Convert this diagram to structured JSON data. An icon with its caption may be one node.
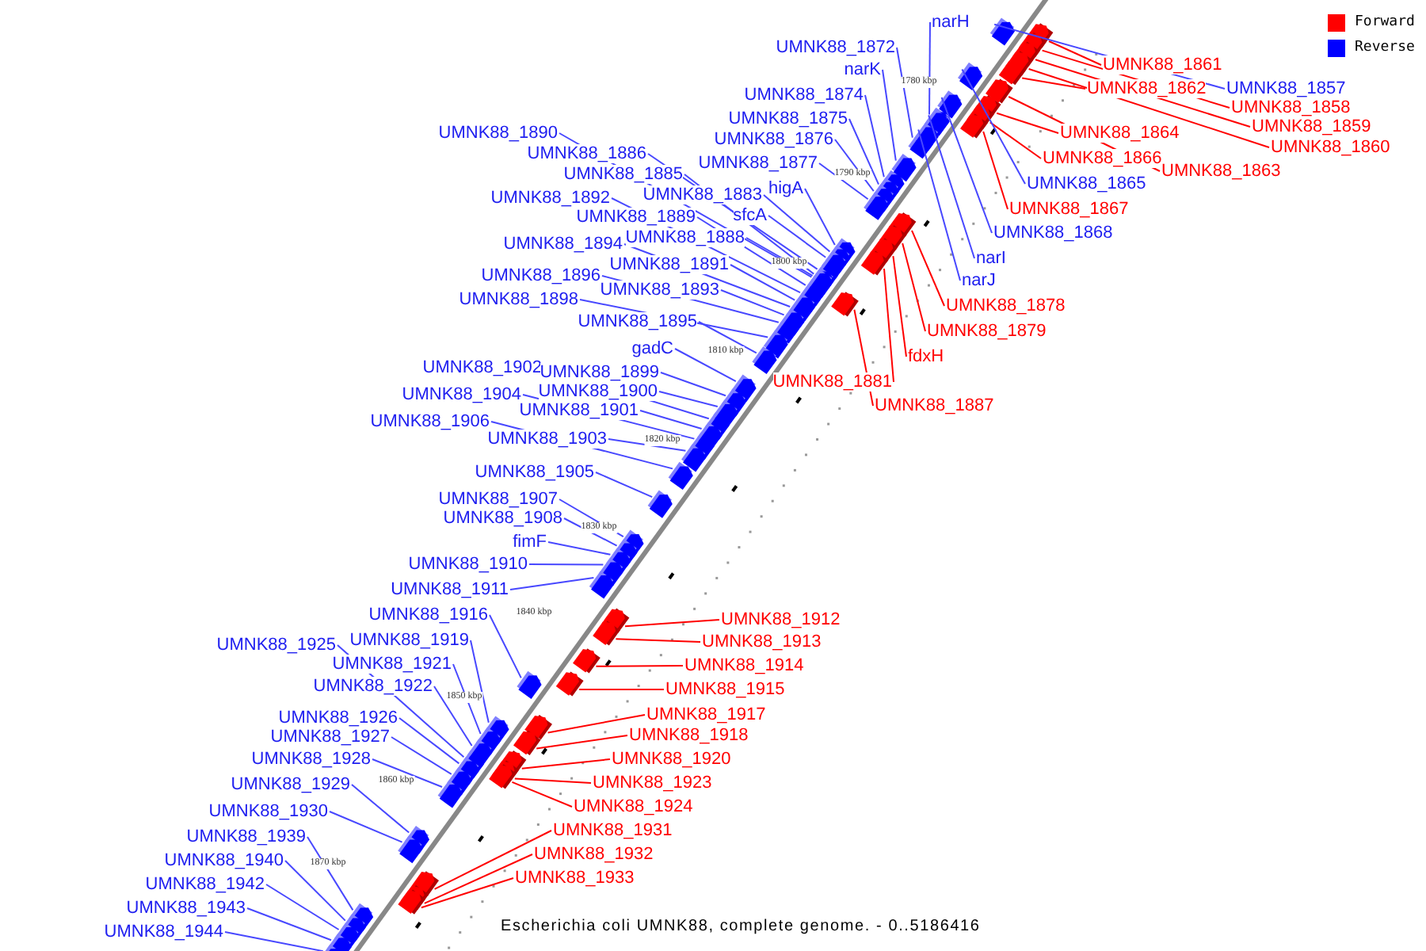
{
  "diagram": {
    "caption": "Escherichia coli UMNK88, complete genome. - 0..5186416",
    "nodes": [
      {
        "text": [
          "narH"
        ]
      },
      {
        "text": [
          "UMNK88_1872"
        ]
      },
      {
        "text": [
          "UMNK88_1861"
        ]
      },
      {
        "text": [
          "narK"
        ]
      },
      {
        "text": [
          "UMNK88_1857"
        ]
      },
      {
        "text": [
          "UMNK88_1862"
        ]
      },
      {
        "text": [
          "UMNK88_1874"
        ]
      },
      {
        "text": [
          "UMNK88_1858"
        ]
      },
      {
        "text": [
          "UMNK88_1875"
        ]
      },
      {
        "text": [
          "UMNK88_1859"
        ]
      },
      {
        "text": [
          "UMNK88_1864"
        ]
      },
      {
        "text": [
          "UMNK88_1890"
        ]
      },
      {
        "text": [
          "UMNK88_1876"
        ]
      },
      {
        "text": [
          "UMNK88_1860"
        ]
      },
      {
        "text": [
          "UMNK88_1886"
        ]
      },
      {
        "text": [
          "UMNK88_1866"
        ]
      },
      {
        "text": [
          "UMNK88_1877"
        ]
      },
      {
        "text": [
          "UMNK88_1863"
        ]
      },
      {
        "text": [
          "UMNK88_1885"
        ]
      },
      {
        "text": [
          "UMNK88_1865"
        ]
      },
      {
        "text": [
          "higA"
        ]
      },
      {
        "text": [
          "UMNK88_1883"
        ]
      },
      {
        "text": [
          "UMNK88_1892"
        ]
      },
      {
        "text": [
          "UMNK88_1867"
        ]
      },
      {
        "text": [
          "sfcA"
        ]
      },
      {
        "text": [
          "UMNK88_1889"
        ]
      },
      {
        "text": [
          "UMNK88_1868"
        ]
      },
      {
        "text": [
          "UMNK88_1888"
        ]
      },
      {
        "text": [
          "UMNK88_1894"
        ]
      },
      {
        "text": [
          "narI"
        ]
      },
      {
        "text": [
          "UMNK88_1891"
        ]
      },
      {
        "text": [
          "UMNK88_1896"
        ]
      },
      {
        "text": [
          "narJ"
        ]
      },
      {
        "text": [
          "UMNK88_1893"
        ]
      },
      {
        "text": [
          "UMNK88_1898"
        ]
      },
      {
        "text": [
          "UMNK88_1878"
        ]
      },
      {
        "text": [
          "UMNK88_1895"
        ]
      },
      {
        "text": [
          "UMNK88_1879"
        ]
      },
      {
        "text": [
          "gadC"
        ]
      },
      {
        "text": [
          "fdxH"
        ]
      },
      {
        "text": [
          "UMNK88_1902"
        ]
      },
      {
        "text": [
          "UMNK88_1899"
        ]
      },
      {
        "text": [
          "UMNK88_1881"
        ]
      },
      {
        "text": [
          "UMNK88_1900"
        ]
      },
      {
        "text": [
          "UMNK88_1904"
        ]
      },
      {
        "text": [
          "UMNK88_1887"
        ]
      },
      {
        "text": [
          "UMNK88_1901"
        ]
      },
      {
        "text": [
          "UMNK88_1906"
        ]
      },
      {
        "text": [
          "UMNK88_1903"
        ]
      },
      {
        "text": [
          "UMNK88_1905"
        ]
      },
      {
        "text": [
          "UMNK88_1907"
        ]
      },
      {
        "text": [
          "UMNK88_1908"
        ]
      },
      {
        "text": [
          "fimF"
        ]
      },
      {
        "text": [
          "UMNK88_1910"
        ]
      },
      {
        "text": [
          "UMNK88_1911"
        ]
      },
      {
        "text": [
          "UMNK88_1916"
        ]
      },
      {
        "text": [
          "UMNK88_1912"
        ]
      },
      {
        "text": [
          "UMNK88_1919"
        ]
      },
      {
        "text": [
          "UMNK88_1913"
        ]
      },
      {
        "text": [
          "UMNK88_1925"
        ]
      },
      {
        "text": [
          "UMNK88_1921"
        ]
      },
      {
        "text": [
          "UMNK88_1914"
        ]
      },
      {
        "text": [
          "UMNK88_1922"
        ]
      },
      {
        "text": [
          "UMNK88_1915"
        ]
      },
      {
        "text": [
          "UMNK88_1917"
        ]
      },
      {
        "text": [
          "UMNK88_1926"
        ]
      },
      {
        "text": [
          "UMNK88_1918"
        ]
      },
      {
        "text": [
          "UMNK88_1927"
        ]
      },
      {
        "text": [
          "UMNK88_1928"
        ]
      },
      {
        "text": [
          "UMNK88_1920"
        ]
      },
      {
        "text": [
          "UMNK88_1923"
        ]
      },
      {
        "text": [
          "UMNK88_1929"
        ]
      },
      {
        "text": [
          "UMNK88_1924"
        ]
      },
      {
        "text": [
          "UMNK88_1930"
        ]
      },
      {
        "text": [
          "UMNK88_1931"
        ]
      },
      {
        "text": [
          "UMNK88_1939"
        ]
      },
      {
        "text": [
          "UMNK88_1932"
        ]
      },
      {
        "text": [
          "UMNK88_1940"
        ]
      },
      {
        "text": [
          "UMNK88_1933"
        ]
      },
      {
        "text": [
          "UMNK88_1942"
        ]
      },
      {
        "text": [
          "UMNK88_1943"
        ]
      },
      {
        "text": [
          "UMNK88_1944"
        ]
      },
      {
        "text": [],
        "shape": "box"
      },
      {
        "text": [],
        "shape": "box"
      },
      {
        "text": [],
        "shape": "box"
      },
      {
        "text": [],
        "shape": "box"
      },
      {
        "text": [],
        "shape": "box"
      },
      {
        "text": [],
        "shape": "box"
      },
      {
        "text": [],
        "shape": "box"
      },
      {
        "text": [],
        "shape": "box"
      },
      {
        "text": [],
        "shape": "box"
      },
      {
        "text": [],
        "shape": "box"
      },
      {
        "text": [],
        "shape": "box"
      },
      {
        "text": [],
        "shape": "box"
      },
      {
        "text": [],
        "shape": "box"
      },
      {
        "text": [],
        "shape": "box"
      },
      {
        "text": [],
        "shape": "box"
      },
      {
        "text": [],
        "shape": "box"
      },
      {
        "text": [],
        "shape": "box"
      },
      {
        "text": [],
        "shape": "box"
      },
      {
        "text": [],
        "shape": "box"
      },
      {
        "text": [],
        "shape": "box"
      },
      {
        "text": [],
        "shape": "box"
      },
      {
        "text": [],
        "shape": "box"
      },
      {
        "text": [],
        "shape": "box"
      },
      {
        "text": [],
        "shape": "box"
      },
      {
        "text": [],
        "shape": "box"
      },
      {
        "text": [],
        "shape": "box"
      },
      {
        "text": [],
        "shape": "box"
      },
      {
        "text": [],
        "shape": "box"
      },
      {
        "text": [],
        "shape": "box"
      },
      {
        "text": [],
        "shape": "box"
      },
      {
        "text": [],
        "shape": "box"
      },
      {
        "text": [],
        "shape": "box"
      },
      {
        "text": [],
        "shape": "box"
      },
      {
        "text": [],
        "shape": "box"
      },
      {
        "text": [],
        "shape": "box"
      },
      {
        "text": [],
        "shape": "box"
      },
      {
        "text": [],
        "shape": "box"
      },
      {
        "text": [],
        "shape": "box"
      },
      {
        "text": [],
        "shape": "box"
      },
      {
        "text": [],
        "shape": "box"
      },
      {
        "text": [],
        "shape": "box"
      },
      {
        "text": [],
        "shape": "box"
      },
      {
        "text": [],
        "shape": "box"
      },
      {
        "text": [],
        "shape": "box"
      },
      {
        "text": [],
        "shape": "box"
      },
      {
        "text": [],
        "shape": "box"
      },
      {
        "text": [],
        "shape": "box"
      },
      {
        "text": [],
        "shape": "box"
      },
      {
        "text": [],
        "shape": "box"
      },
      {
        "text": [],
        "shape": "box"
      },
      {
        "text": [],
        "shape": "box"
      },
      {
        "text": [],
        "shape": "box"
      },
      {
        "text": [],
        "shape": "box"
      },
      {
        "text": [],
        "shape": "box"
      },
      {
        "text": [],
        "shape": "box"
      },
      {
        "text": [],
        "shape": "box"
      },
      {
        "text": [],
        "shape": "box"
      },
      {
        "text": [],
        "shape": "box"
      },
      {
        "text": [],
        "shape": "box"
      },
      {
        "text": [],
        "shape": "box"
      },
      {
        "text": [],
        "shape": "box"
      },
      {
        "text": [],
        "shape": "box"
      },
      {
        "text": [],
        "shape": "box"
      },
      {
        "text": [],
        "shape": "box"
      },
      {
        "text": [],
        "shape": "box"
      },
      {
        "text": [],
        "shape": "box"
      },
      {
        "text": [],
        "shape": "box"
      },
      {
        "text": [],
        "shape": "box"
      },
      {
        "text": [],
        "shape": "box"
      },
      {
        "text": [],
        "shape": "box"
      },
      {
        "text": [],
        "shape": "box"
      },
      {
        "text": [],
        "shape": "box"
      },
      {
        "text": [],
        "shape": "box"
      },
      {
        "text": [],
        "shape": "box"
      },
      {
        "text": [],
        "shape": "box"
      },
      {
        "text": [],
        "shape": "box"
      },
      {
        "text": [],
        "shape": "box"
      },
      {
        "text": [],
        "shape": "box"
      },
      {
        "text": [],
        "shape": "box"
      },
      {
        "text": [],
        "shape": "box"
      },
      {
        "text": [],
        "shape": "box"
      },
      {
        "text": [],
        "shape": "box"
      }
    ],
    "edges": [
      {
        "from": 0,
        "to": 82,
        "arrow": "none"
      },
      {
        "from": 1,
        "to": 83,
        "arrow": "none"
      },
      {
        "from": 2,
        "to": 84,
        "arrow": "none",
        "color": "#ff0000"
      },
      {
        "from": 3,
        "to": 85,
        "arrow": "none"
      },
      {
        "from": 4,
        "to": 86,
        "arrow": "none"
      },
      {
        "from": 5,
        "to": 87,
        "arrow": "none",
        "color": "#ff0000"
      },
      {
        "from": 6,
        "to": 88,
        "arrow": "none"
      },
      {
        "from": 7,
        "to": 89,
        "arrow": "none",
        "color": "#ff0000"
      },
      {
        "from": 8,
        "to": 90,
        "arrow": "none"
      },
      {
        "from": 9,
        "to": 91,
        "arrow": "none",
        "color": "#ff0000"
      },
      {
        "from": 10,
        "to": 92,
        "arrow": "none",
        "color": "#ff0000"
      },
      {
        "from": 11,
        "to": 93,
        "arrow": "none"
      },
      {
        "from": 12,
        "to": 94,
        "arrow": "none"
      },
      {
        "from": 13,
        "to": 95,
        "arrow": "none",
        "color": "#ff0000"
      },
      {
        "from": 14,
        "to": 96,
        "arrow": "none"
      },
      {
        "from": 15,
        "to": 97,
        "arrow": "none",
        "color": "#ff0000"
      },
      {
        "from": 16,
        "to": 98,
        "arrow": "none"
      },
      {
        "from": 17,
        "to": 99,
        "arrow": "none",
        "color": "#ff0000"
      },
      {
        "from": 18,
        "to": 100,
        "arrow": "none"
      },
      {
        "from": 19,
        "to": 101,
        "arrow": "none"
      },
      {
        "from": 20,
        "to": 102,
        "arrow": "none"
      },
      {
        "from": 21,
        "to": 103,
        "arrow": "none"
      },
      {
        "from": 22,
        "to": 104,
        "arrow": "none"
      },
      {
        "from": 23,
        "to": 105,
        "arrow": "none",
        "color": "#ff0000"
      },
      {
        "from": 24,
        "to": 106,
        "arrow": "none"
      },
      {
        "from": 25,
        "to": 107,
        "arrow": "none"
      },
      {
        "from": 26,
        "to": 108,
        "arrow": "none"
      },
      {
        "from": 27,
        "to": 109,
        "arrow": "none"
      },
      {
        "from": 28,
        "to": 110,
        "arrow": "none"
      },
      {
        "from": 29,
        "to": 111,
        "arrow": "none"
      },
      {
        "from": 30,
        "to": 112,
        "arrow": "none"
      },
      {
        "from": 31,
        "to": 113,
        "arrow": "none"
      },
      {
        "from": 32,
        "to": 114,
        "arrow": "none"
      },
      {
        "from": 33,
        "to": 115,
        "arrow": "none"
      },
      {
        "from": 34,
        "to": 116,
        "arrow": "none"
      },
      {
        "from": 35,
        "to": 117,
        "arrow": "none",
        "color": "#ff0000"
      },
      {
        "from": 36,
        "to": 118,
        "arrow": "none"
      },
      {
        "from": 37,
        "to": 119,
        "arrow": "none",
        "color": "#ff0000"
      },
      {
        "from": 38,
        "to": 120,
        "arrow": "none"
      },
      {
        "from": 39,
        "to": 121,
        "arrow": "none",
        "color": "#ff0000"
      },
      {
        "from": 40,
        "to": 122,
        "arrow": "none"
      },
      {
        "from": 41,
        "to": 123,
        "arrow": "none"
      },
      {
        "from": 42,
        "to": 124,
        "arrow": "none",
        "color": "#ff0000"
      },
      {
        "from": 43,
        "to": 125,
        "arrow": "none"
      },
      {
        "from": 44,
        "to": 126,
        "arrow": "none"
      },
      {
        "from": 45,
        "to": 127,
        "arrow": "none",
        "color": "#ff0000"
      },
      {
        "from": 46,
        "to": 128,
        "arrow": "none"
      },
      {
        "from": 47,
        "to": 129,
        "arrow": "none"
      },
      {
        "from": 48,
        "to": 130,
        "arrow": "none"
      },
      {
        "from": 49,
        "to": 131,
        "arrow": "none"
      },
      {
        "from": 50,
        "to": 132,
        "arrow": "none"
      },
      {
        "from": 51,
        "to": 133,
        "arrow": "none"
      },
      {
        "from": 52,
        "to": 134,
        "arrow": "none"
      },
      {
        "from": 53,
        "to": 135,
        "arrow": "none"
      },
      {
        "from": 54,
        "to": 136,
        "arrow": "none"
      },
      {
        "from": 55,
        "to": 137,
        "arrow": "none"
      },
      {
        "from": 56,
        "to": 138,
        "arrow": "none",
        "color": "#ff0000"
      },
      {
        "from": 57,
        "to": 139,
        "arrow": "none"
      },
      {
        "from": 58,
        "to": 140,
        "arrow": "none",
        "color": "#ff0000"
      },
      {
        "from": 59,
        "to": 141,
        "arrow": "none"
      },
      {
        "from": 60,
        "to": 142,
        "arrow": "none"
      },
      {
        "from": 61,
        "to": 143,
        "arrow": "none",
        "color": "#ff0000"
      },
      {
        "from": 62,
        "to": 144,
        "arrow": "none"
      },
      {
        "from": 63,
        "to": 145,
        "arrow": "none",
        "color": "#ff0000"
      },
      {
        "from": 64,
        "to": 146,
        "arrow": "none",
        "color": "#ff0000"
      },
      {
        "from": 65,
        "to": 147,
        "arrow": "none"
      },
      {
        "from": 66,
        "to": 148,
        "arrow": "none",
        "color": "#ff0000"
      },
      {
        "from": 67,
        "to": 149,
        "arrow": "none"
      },
      {
        "from": 68,
        "to": 150,
        "arrow": "none"
      },
      {
        "from": 69,
        "to": 151,
        "arrow": "none",
        "color": "#ff0000"
      },
      {
        "from": 70,
        "to": 152,
        "arrow": "none",
        "color": "#ff0000"
      },
      {
        "from": 71,
        "to": 153,
        "arrow": "none"
      },
      {
        "from": 72,
        "to": 154,
        "arrow": "none",
        "color": "#ff0000"
      },
      {
        "from": 73,
        "to": 155,
        "arrow": "none"
      },
      {
        "from": 74,
        "to": 156,
        "arrow": "none",
        "color": "#ff0000"
      },
      {
        "from": 75,
        "to": 157,
        "arrow": "none"
      },
      {
        "from": 76,
        "to": 158,
        "arrow": "none",
        "color": "#ff0000"
      },
      {
        "from": 77,
        "to": 159,
        "arrow": "none"
      },
      {
        "from": 78,
        "to": 160,
        "arrow": "none",
        "color": "#ff0000"
      },
      {
        "from": 79,
        "to": 161,
        "arrow": "none"
      },
      {
        "from": 80,
        "to": 162,
        "arrow": "none"
      },
      {
        "from": 81,
        "to": 163,
        "arrow": "none"
      }
    ],
    "labels": [
      "1780 kbp",
      "1790 kbp",
      "1800 kbp",
      "1810 kbp",
      "1820 kbp",
      "1830 kbp",
      "1840 kbp",
      "1850 kbp",
      "1860 kbp",
      "1870 kbp"
    ],
    "legend": [
      {
        "text": "Forward",
        "color": "#ff0000"
      },
      {
        "text": "Reverse",
        "color": "#0000ff"
      }
    ]
  }
}
